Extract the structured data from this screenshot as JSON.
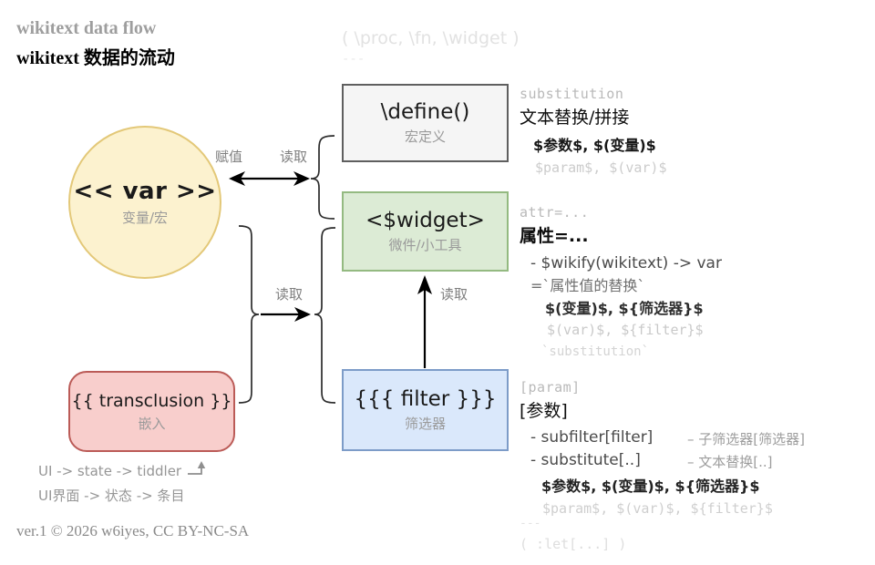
{
  "title": {
    "en": "wikitext data flow",
    "zh": "wikitext 数据的流动"
  },
  "top_note": {
    "line1": "( \\proc, \\fn, \\widget )",
    "line2": "---"
  },
  "nodes": {
    "var": {
      "label": "<< var >>",
      "sublabel": "变量/宏"
    },
    "define": {
      "label": "\\define()",
      "sublabel": "宏定义"
    },
    "widget": {
      "label": "<$widget>",
      "sublabel": "微件/小工具"
    },
    "filter": {
      "label": "{{{ filter }}}",
      "sublabel": "筛选器"
    },
    "transclusion": {
      "label": "{{ transclusion }}",
      "sublabel": "嵌入"
    }
  },
  "edges": {
    "assign_label": "赋值",
    "read_label_top": "读取",
    "read_label_mid": "读取",
    "read_label_widget": "读取"
  },
  "notes": {
    "substitution": {
      "code": "substitution",
      "zh": "文本替换/拼接",
      "tokens_zh": "$参数$, $(变量)$",
      "tokens_en": "$param$, $(var)$"
    },
    "attr": {
      "code": "attr=...",
      "zh": "属性=...",
      "item1": "- $wikify(wikitext) -> var",
      "item2": "=`属性值的替换`",
      "tokens_zh": "$(变量)$, ${筛选器}$",
      "tokens_en": "$(var)$, ${filter}$",
      "footnote": "`substitution`"
    },
    "param": {
      "code": "[param]",
      "zh": "[参数]",
      "item1_en": "- subfilter[filter]",
      "item1_zh": "– 子筛选器[筛选器]",
      "item2_en": "- substitute[..]",
      "item2_zh": "– 文本替换[..]",
      "tokens_zh": "$参数$, $(变量)$, ${筛选器}$",
      "tokens_en": "$param$, $(var)$, ${filter}$",
      "divider": "---",
      "footnote": "( :let[...] )"
    }
  },
  "flow_note": {
    "en": "UI -> state -> tiddler",
    "zh": "UI界面 -> 状态 -> 条目"
  },
  "footer": {
    "credit": "ver.1 © 2026 w6iyes, CC BY-NC-SA"
  },
  "colors": {
    "var_fill": "#FCF2CF",
    "var_border": "#E3C878",
    "define_fill": "#F5F5F5",
    "define_border": "#5F5F5F",
    "widget_fill": "#DCEBD5",
    "widget_border": "#94BA81",
    "filter_fill": "#DAE8FB",
    "filter_border": "#7D9CC8",
    "transclusion_fill": "#F8CECC",
    "transclusion_border": "#BB5B57",
    "wire": "#000000",
    "muted_text": "#9A9A9A",
    "faint_text": "#E2E2E2"
  }
}
